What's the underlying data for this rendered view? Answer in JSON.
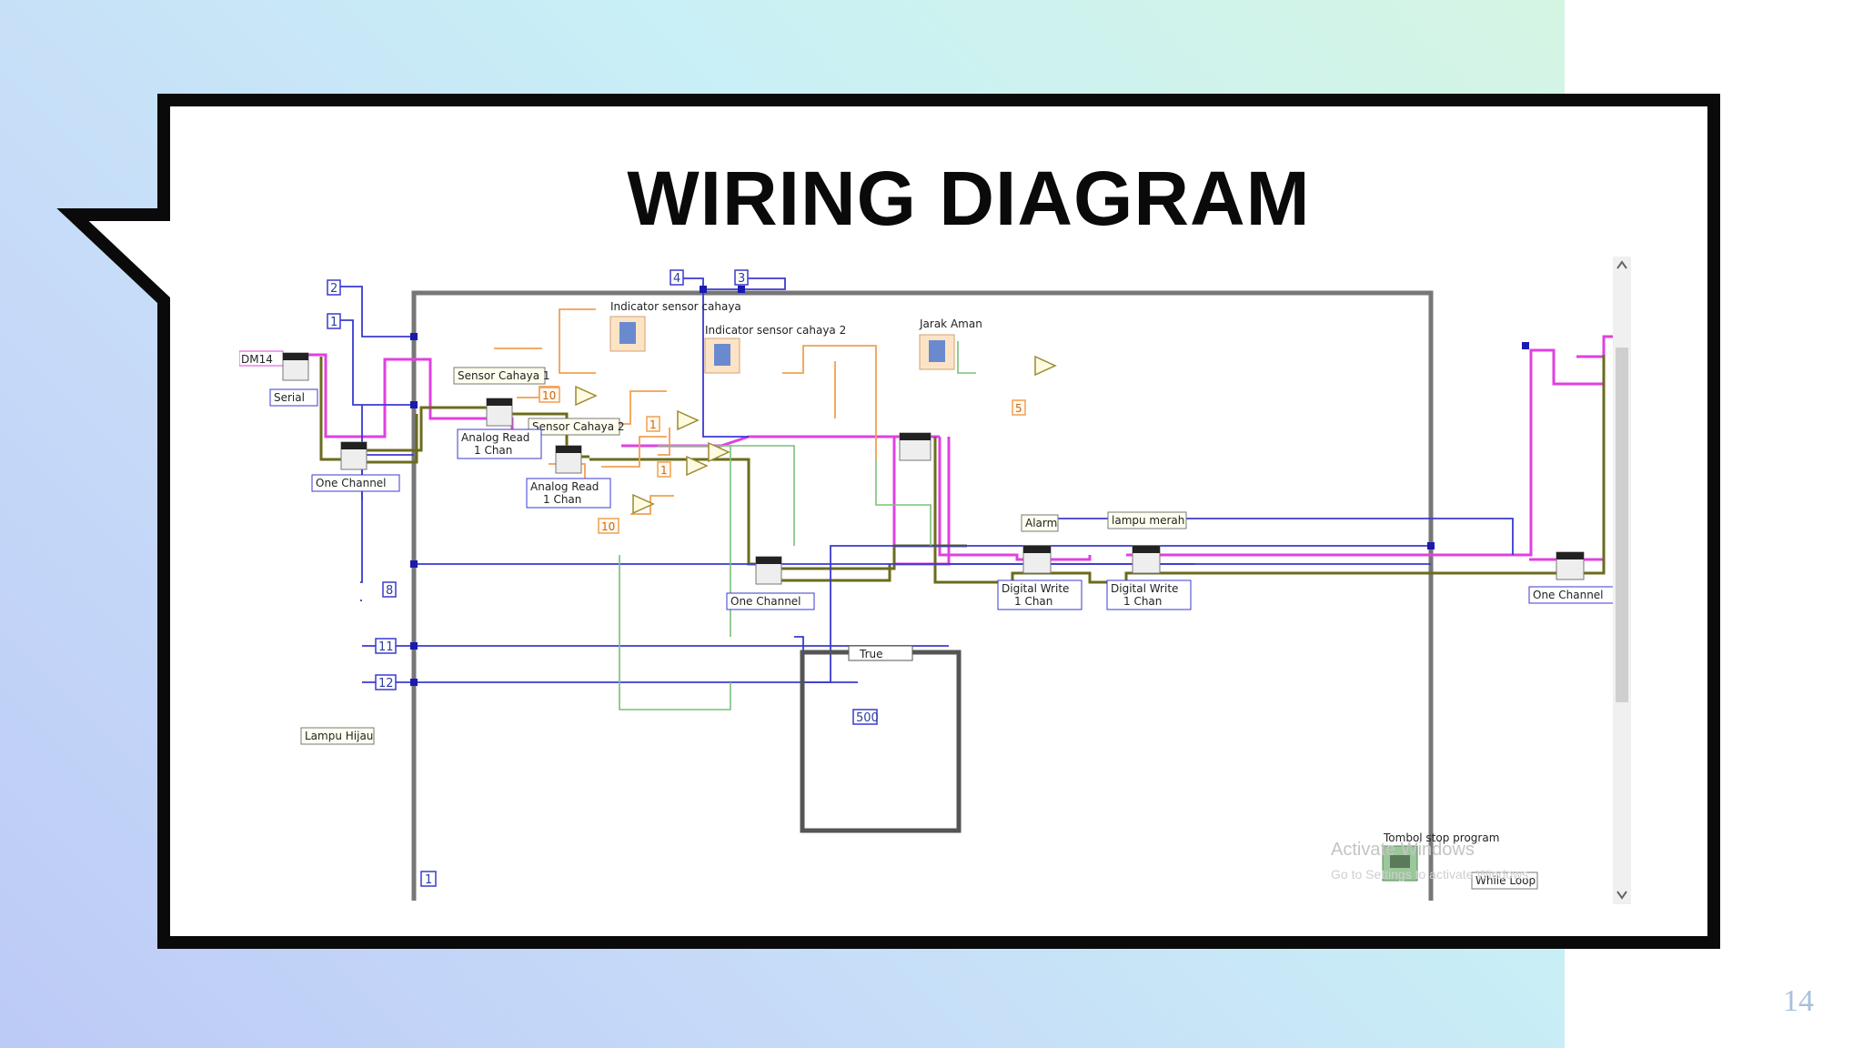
{
  "slide": {
    "title": "WIRING DIAGRAM",
    "page_number": "14"
  },
  "diagram": {
    "constants_blue": [
      "2",
      "1",
      "4",
      "3",
      "8",
      "11",
      "12",
      "500",
      "1"
    ],
    "constants_orange": [
      "10",
      "1",
      "1",
      "10",
      "5"
    ],
    "vi_labels": {
      "resource": "DM14",
      "serial": "Serial",
      "one_channel_1": "One Channel",
      "one_channel_2": "One Channel",
      "one_channel_3": "One Channel",
      "analog_read_1_l1": "Analog Read",
      "analog_read_1_l2": "1 Chan",
      "analog_read_2_l1": "Analog Read",
      "analog_read_2_l2": "1 Chan",
      "digital_write_1_l1": "Digital Write",
      "digital_write_1_l2": "1 Chan",
      "digital_write_2_l1": "Digital Write",
      "digital_write_2_l2": "1 Chan",
      "case_selector": "True",
      "while_loop": "While Loop"
    },
    "text_labels": {
      "sensor_cahaya_1": "Sensor Cahaya 1",
      "sensor_cahaya_2": "Sensor Cahaya 2",
      "indicator_1": "Indicator sensor cahaya",
      "indicator_2": "Indicator sensor cahaya 2",
      "jarak_aman": "Jarak Aman",
      "alarm": "Alarm",
      "lampu_merah": "lampu merah",
      "lampu_hijau": "Lampu Hijau",
      "tombol_stop": "Tombol stop program"
    },
    "watermark": {
      "line1": "Activate Windows",
      "line2": "Go to Settings to activate Windows."
    },
    "colors": {
      "wire_pink": "#e040e0",
      "wire_olive": "#6b6b1e",
      "wire_blue": "#3a3ad0",
      "wire_orange": "#f0a050",
      "wire_green": "#7ac07a",
      "frame_gray": "#777777"
    }
  }
}
